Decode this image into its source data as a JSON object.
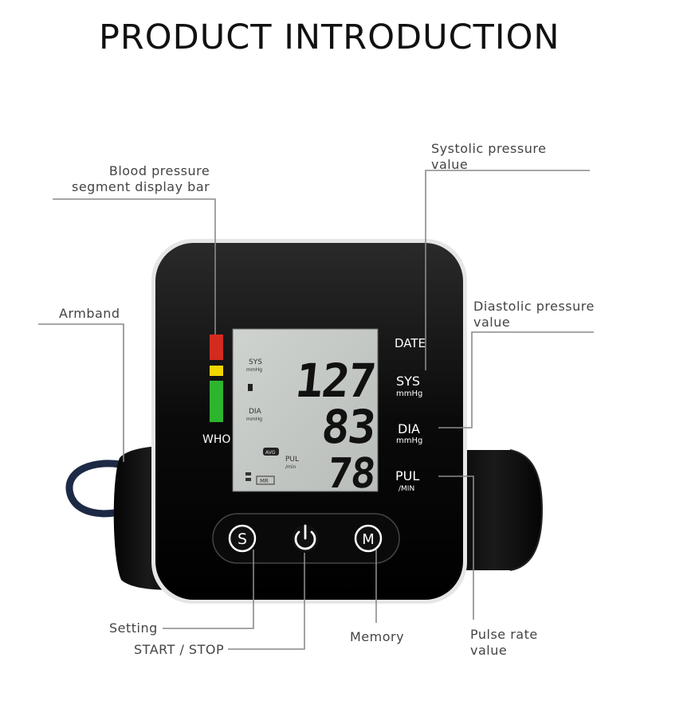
{
  "page": {
    "title": "PRODUCT INTRODUCTION"
  },
  "labels": {
    "segment_bar": [
      "Blood pressure",
      "segment display bar"
    ],
    "armband": "Armband",
    "systolic": [
      "Systolic pressure",
      "value"
    ],
    "diastolic": [
      "Diastolic pressure",
      "value"
    ],
    "setting": "Setting",
    "start_stop": "START / STOP",
    "memory": "Memory",
    "pulse": [
      "Pulse rate",
      "value"
    ]
  },
  "device": {
    "side_labels": {
      "date": "DATE",
      "sys": "SYS",
      "sys_unit": "mmHg",
      "dia": "DIA",
      "dia_unit": "mmHg",
      "pul": "PUL",
      "pul_unit": "/MIN",
      "who": "WHO"
    },
    "lcd": {
      "sys_label": "SYS",
      "sys_unit": "mmHg",
      "dia_label": "DIA",
      "dia_unit": "mmHg",
      "pul_label": "PUL",
      "pul_unit": "/min",
      "avg": "AVG",
      "mr": "MR",
      "systolic_value": "127",
      "diastolic_value": "83",
      "pulse_value": "78"
    },
    "buttons": {
      "setting": "S",
      "memory": "M"
    },
    "colors": {
      "red": "#d42a1f",
      "yellow": "#f2d600",
      "green": "#2db52d"
    }
  }
}
